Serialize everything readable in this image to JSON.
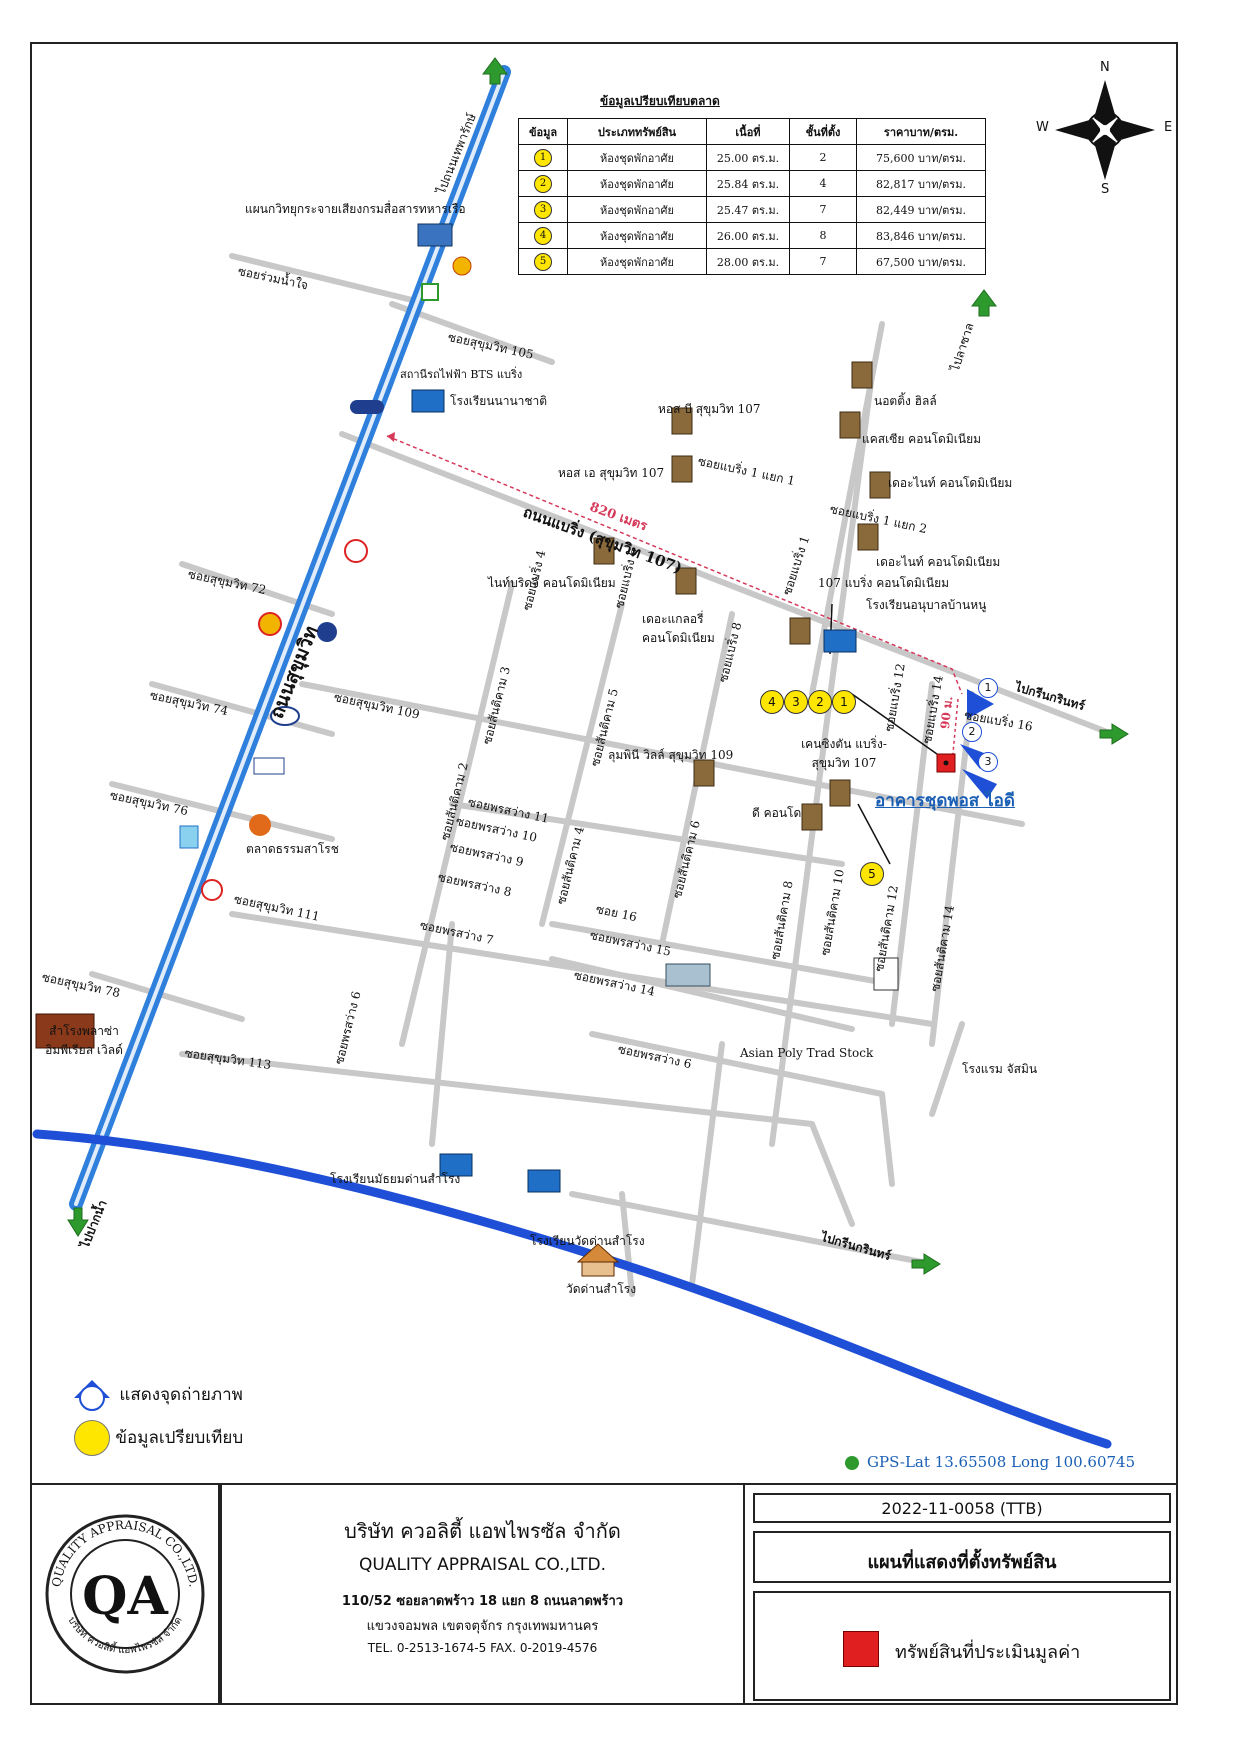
{
  "table": {
    "title": "ข้อมูลเปรียบเทียบตลาด",
    "headers": [
      "ข้อมูล",
      "ประเภททรัพย์สิน",
      "เนื้อที่",
      "ชั้นที่ตั้ง",
      "ราคาบาท/ตรม."
    ],
    "rows": [
      {
        "no": "1",
        "type": "ห้องชุดพักอาศัย",
        "area": "25.00 ตร.ม.",
        "floor": "2",
        "price": "75,600 บาท/ตรม."
      },
      {
        "no": "2",
        "type": "ห้องชุดพักอาศัย",
        "area": "25.84 ตร.ม.",
        "floor": "4",
        "price": "82,817 บาท/ตรม."
      },
      {
        "no": "3",
        "type": "ห้องชุดพักอาศัย",
        "area": "25.47 ตร.ม.",
        "floor": "7",
        "price": "82,449 บาท/ตรม."
      },
      {
        "no": "4",
        "type": "ห้องชุดพักอาศัย",
        "area": "26.00 ตร.ม.",
        "floor": "8",
        "price": "83,846 บาท/ตรม."
      },
      {
        "no": "5",
        "type": "ห้องชุดพักอาศัย",
        "area": "28.00 ตร.ม.",
        "floor": "7",
        "price": "67,500 บาท/ตรม."
      }
    ]
  },
  "compass": {
    "n": "N",
    "s": "S",
    "e": "E",
    "w": "W"
  },
  "labels": {
    "to_pathum": "ไปถนนเทพารักษ์",
    "navy_radio": "แผนกวิทยุกระจายเสียงกรมสื่อสารทหารเรือ",
    "soi_ruamnamjai": "ซอยร่วมน้ำใจ",
    "soi_sukhumvit105": "ซอยสุขุมวิท 105",
    "bts_bearing": "สถานีรถไฟฟ้า BTS แบริ่ง",
    "intl_school": "โรงเรียนนานาชาติ",
    "to_ladkrabang": "ไปลาซาล",
    "notting_hill": "นอตติ้ง ฮิลล์",
    "cassia": "แคสเซีย คอนโดมิเนียม",
    "dorm_b": "หอส บี สุขุมวิท 107",
    "dorm_a": "หอส เอ สุขุมวิท 107",
    "soi_bearing1_1": "ซอยแบริ่ง 1 แยก 1",
    "the_knight1": "เดอะไนท์ คอนโดมิเนียม",
    "soi_bearing1_2": "ซอยแบริ่ง 1 แยก 2",
    "the_knight2": "เดอะไนท์ คอนโดมิเนียม",
    "road_bearing": "ถนนแบริ่ง (สุขุมวิท 107)",
    "dist_820": "820 เมตร",
    "soi_bearing1": "ซอยแบริ่ง 1",
    "soi_bearing4": "ซอยแบริ่ง 4",
    "soi_bearing6": "ซอยแบริ่ง 6",
    "soi_bearing8": "ซอยแบริ่ง 8",
    "nine_bridge": "ไนท์บริดจ์ คอนโดมิเนียม",
    "bearing107_condo": "107 แบริ่ง คอนโดมิเนียม",
    "kindergarten": "โรงเรียนอนุบาลบ้านหนู",
    "the_gallery": "เดอะแกลอรี่ คอนโดมิเนียม",
    "soi_sukhumvit72": "ซอยสุขุมวิท 72",
    "road_sukhumvit": "ถนนสุขุมวิท",
    "soi_sukhumvit74": "ซอยสุขุมวิท 74",
    "soi_sukhumvit109": "ซอยสุขุมวิท 109",
    "soi_sanitnikom3": "ซอยสันติคาม 3",
    "soi_sanitnikom5": "ซอยสันติคาม 5",
    "soi_bearing12": "ซอยแบริ่ง 12",
    "soi_bearing14": "ซอยแบริ่ง 14",
    "to_greenwich1": "ไปกรีนกรินทร์",
    "soi_bearing16": "ซอยแบริ่ง 16",
    "dist_90": "90 ม.",
    "lumpini": "ลุมพินี วิลล์ สุขุมวิท 109",
    "kensington": "เคนซิงตัน แบริ่ง-สุขุมวิท 107",
    "subject": "อาคารชุดพอส ไอดี",
    "soi_sukhumvit76": "ซอยสุขุมวิท 76",
    "soi_phonsawang11": "ซอยพรสว่าง 11",
    "soi_phonsawang10": "ซอยพรสว่าง 10",
    "soi_phonsawang9": "ซอยพรสว่าง 9",
    "soi_phonsawang8": "ซอยพรสว่าง 8",
    "soi_phonsawang7": "ซอยพรสว่าง 7",
    "soi_sanitnikom2": "ซอยสันติคาม 2",
    "soi_sanitnikom4": "ซอยสันติคาม 4",
    "soi_sanitnikom6": "ซอยสันติคาม 6",
    "d_condo": "ดี คอนโด",
    "market": "ตลาดธรรมสาโรช",
    "soi_sukhumvit111": "ซอยสุขุมวิท 111",
    "soi16": "ซอย 16",
    "soi_phonsawang15": "ซอยพรสว่าง 15",
    "soi_phonsawang14": "ซอยพรสว่าง 14",
    "soi_sanitnikom8": "ซอยสันติคาม 8",
    "soi_sanitnikom10": "ซอยสันติคาม 10",
    "soi_sanitnikom12": "ซอยสันติคาม 12",
    "soi_sanitnikom14": "ซอยสันติคาม 14",
    "soi_sukhumvit78": "ซอยสุขุมวิท 78",
    "samrong_imperial": "สำโรงพลาซ่า อิมพีเรียล เวิลด์",
    "soi_sukhumvit113": "ซอยสุขุมวิท 113",
    "soi_phonsawang6": "ซอยพรสว่าง 6",
    "soi_phonsawang6b": "ซอยพรสว่าง 6",
    "asian_poly": "Asian Poly Trad Stock",
    "hotel": "โรงแรม จัสมิน",
    "school_mathayom": "โรงเรียนมัธยมด่านสำโรง",
    "school_wat": "โรงเรียนวัดด่านสำโรง",
    "to_paknam": "ไปปากน้ำ",
    "to_greenwich2": "ไปกรีนกรินทร์",
    "wat_danSamrong": "วัดด่านสำโรง",
    "comp_markers": [
      "4",
      "3",
      "2",
      "1"
    ],
    "comp_marker5": "5",
    "photo_points": [
      "1",
      "2",
      "3"
    ]
  },
  "legend": {
    "photo": "แสดงจุดถ่ายภาพ",
    "comparison": "ข้อมูลเปรียบเทียบ"
  },
  "gps": "GPS-Lat 13.65508 Long  100.60745",
  "footer": {
    "company_th": "บริษัท ควอลิตี้ แอพไพรซัล จำกัด",
    "company_en": "QUALITY APPRAISAL CO.,LTD.",
    "address1": "110/52 ซอยลาดพร้าว 18 แยก 8 ถนนลาดพร้าว",
    "address2": "แขวงจอมพล เขตจตุจักร กรุงเทพมหานคร",
    "contact": "TEL. 0-2513-1674-5  FAX. 0-2019-4576",
    "ref_no": "2022-11-0058 (TTB)",
    "map_title": "แผนที่แสดงที่ตั้งทรัพย์สิน",
    "subject_legend": "ทรัพย์สินที่ประเมินมูลค่า",
    "logo_letters": "QA",
    "logo_ring_top": "QUALITY APPRAISAL CO.,LTD.",
    "logo_ring_bottom": "บริษัท ควอลิตี้ แอพไพรซัล จำกัด"
  },
  "colors": {
    "sukhumvit": "#2f7fdc",
    "canal": "#1f4fd6",
    "subject": "#e02020",
    "comp": "#ffe600",
    "arrow": "#2e9a2e",
    "distance": "#d63a5a"
  }
}
